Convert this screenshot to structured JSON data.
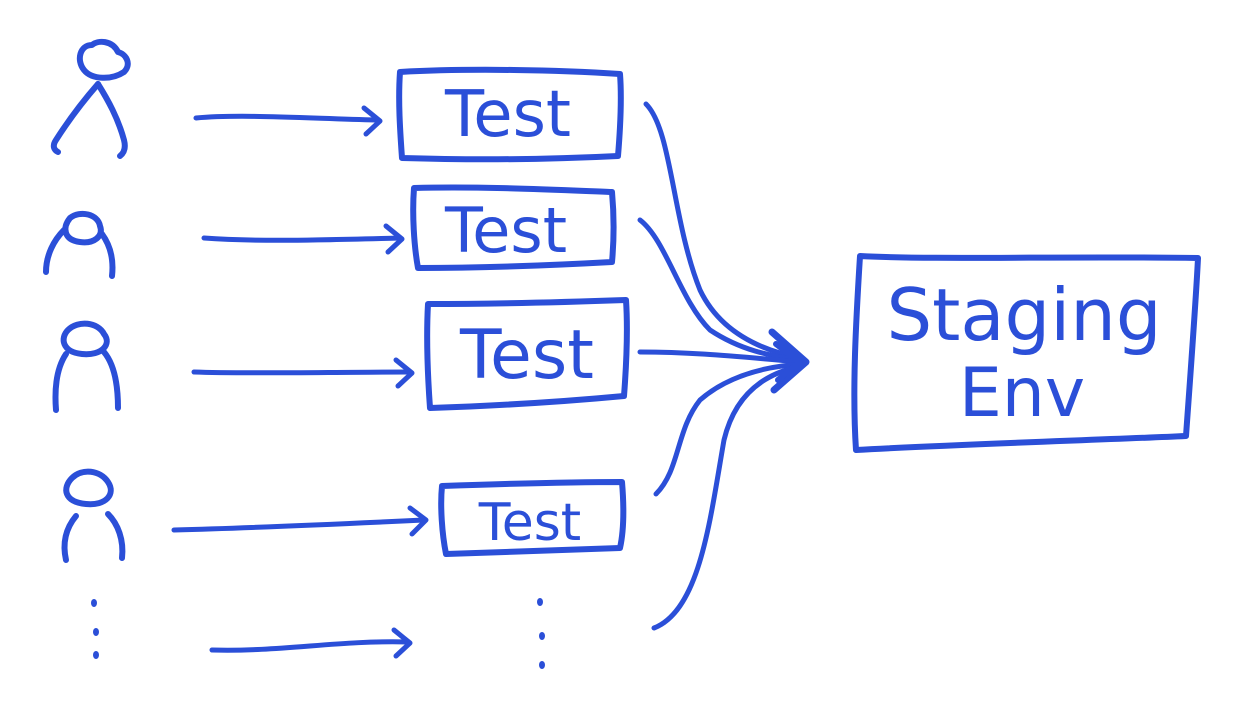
{
  "colors": {
    "ink": "#2b4fd8",
    "paper": "#ffffff"
  },
  "test_boxes": [
    {
      "label": "Test"
    },
    {
      "label": "Test"
    },
    {
      "label": "Test"
    },
    {
      "label": "Test"
    }
  ],
  "staging": {
    "line1": "Staging",
    "line2": "Env"
  },
  "icons": {
    "person": "person-icon",
    "ellipsis": "vertical-ellipsis-icon"
  }
}
